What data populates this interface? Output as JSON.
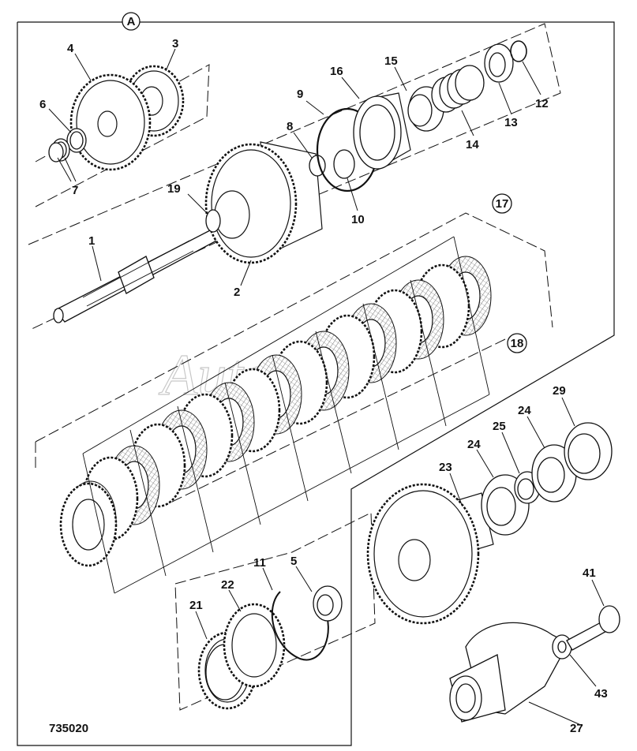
{
  "figure_code": "735020",
  "watermark": "AutoSoft",
  "circled_labels": [
    "A",
    "17",
    "18"
  ],
  "callouts": [
    {
      "id": "1",
      "text": "1"
    },
    {
      "id": "2",
      "text": "2"
    },
    {
      "id": "3",
      "text": "3"
    },
    {
      "id": "4",
      "text": "4"
    },
    {
      "id": "5",
      "text": "5"
    },
    {
      "id": "6",
      "text": "6"
    },
    {
      "id": "7",
      "text": "7"
    },
    {
      "id": "8",
      "text": "8"
    },
    {
      "id": "9",
      "text": "9"
    },
    {
      "id": "10",
      "text": "10"
    },
    {
      "id": "11",
      "text": "11"
    },
    {
      "id": "12",
      "text": "12"
    },
    {
      "id": "13",
      "text": "13"
    },
    {
      "id": "14",
      "text": "14"
    },
    {
      "id": "15",
      "text": "15"
    },
    {
      "id": "16",
      "text": "16"
    },
    {
      "id": "19",
      "text": "19"
    },
    {
      "id": "21",
      "text": "21"
    },
    {
      "id": "22",
      "text": "22"
    },
    {
      "id": "23",
      "text": "23"
    },
    {
      "id": "24a",
      "text": "24"
    },
    {
      "id": "24b",
      "text": "24"
    },
    {
      "id": "25",
      "text": "25"
    },
    {
      "id": "27",
      "text": "27"
    },
    {
      "id": "29",
      "text": "29"
    },
    {
      "id": "41",
      "text": "41"
    },
    {
      "id": "43",
      "text": "43"
    }
  ]
}
